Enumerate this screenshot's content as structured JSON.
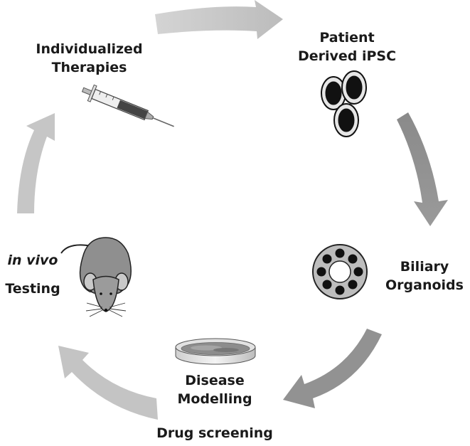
{
  "stages": {
    "therapies": {
      "line1": "Individualized",
      "line2": "Therapies",
      "icon": "syringe-icon"
    },
    "ipsc": {
      "line1": "Patient",
      "line2": "Derived iPSC",
      "icon": "cells-icon"
    },
    "organoids": {
      "line1": "Biliary",
      "line2": "Organoids",
      "icon": "organoid-icon"
    },
    "modelling": {
      "line1": "Disease",
      "line2": "Modelling",
      "line3": "Drug screening",
      "icon": "petri-dish-icon"
    },
    "invivo": {
      "line1": "in vivo",
      "line2": "Testing",
      "icon": "mouse-icon"
    }
  },
  "colors": {
    "light_arrow": "#c8c8c8",
    "dark_arrow": "#8c8c8c",
    "text": "#1a1a1a"
  }
}
